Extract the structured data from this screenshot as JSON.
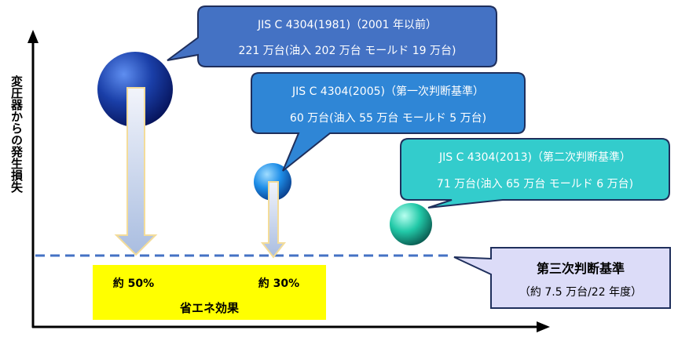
{
  "y_axis_label": "変圧器からの発生損失",
  "callouts": [
    {
      "line1": "JIS C 4304(1981)（2001 年以前）",
      "line2": "221 万台(油入 202 万台  モールド 19 万台)",
      "color": "#4472c4"
    },
    {
      "line1": "JIS C 4304(2005)（第一次判断基準）",
      "line2": "60 万台(油入 55 万台  モールド 5 万台)",
      "color": "#2f86d6"
    },
    {
      "line1": "JIS C 4304(2013)（第二次判断基準）",
      "line2": "71 万台(油入 65 万台  モールド 6 万台)",
      "color": "#33cccc"
    }
  ],
  "target": {
    "title": "第三次判断基準",
    "subtitle": "（約 7.5 万台/22 年度）",
    "color": "#dcdcf8"
  },
  "savings": {
    "first": "約 50%",
    "second": "約 30%",
    "label": "省エネ効果",
    "color": "#ffff00"
  }
}
